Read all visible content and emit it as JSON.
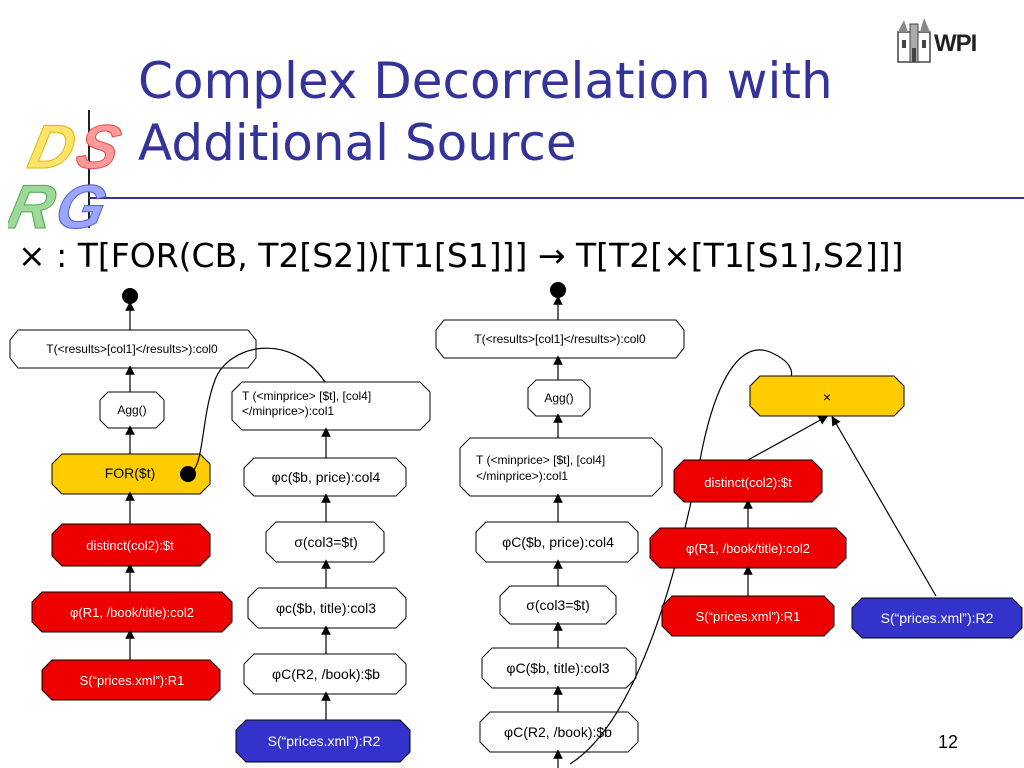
{
  "slide": {
    "title_line1": "Complex Decorrelation with",
    "title_line2": "Additional Source",
    "subtitle": "× : T[FOR(CB, T2[S2])[T1[S1]]] → T[T2[×[T1[S1],S2]]]",
    "page_number": "12",
    "logo_text": "WPI",
    "logo_dsrg": "DSRG"
  },
  "colors": {
    "red": "#ee0000",
    "yellow": "#ffcc00",
    "blue": "#3333cc",
    "title": "#333399"
  },
  "left_tree": {
    "n1": "T(<results>[col1]</results>):col0",
    "n2": "Agg()",
    "n3": "FOR($t)",
    "n4": "distinct(col2):$t",
    "n5": "φ(R1, /book/title):col2",
    "n6": "S(“prices.xml”):R1"
  },
  "left_sub": {
    "n1a": "T (<minprice> [$t], [col4]",
    "n1b": "</minprice>):col1",
    "n2": "φc($b, price):col4",
    "n3": "σ(col3=$t)",
    "n4": "φc($b, title):col3",
    "n5": "φC(R2, /book):$b",
    "n6": "S(“prices.xml”):R2"
  },
  "right_tree": {
    "n1": "T(<results>[col1]</results>):col0",
    "n2": "Agg()",
    "n3a": "T (<minprice> [$t], [col4]",
    "n3b": "</minprice>):col1",
    "n4": "φC($b, price):col4",
    "n5": "σ(col3=$t)",
    "n6": "φC($b, title):col3",
    "n7": "φC(R2, /book):$b"
  },
  "right_sub": {
    "cross": "×",
    "n1": "distinct(col2):$t",
    "n2": "φ(R1, /book/title):col2",
    "n3": "S(“prices.xml”):R1",
    "n4": "S(“prices.xml”):R2"
  }
}
